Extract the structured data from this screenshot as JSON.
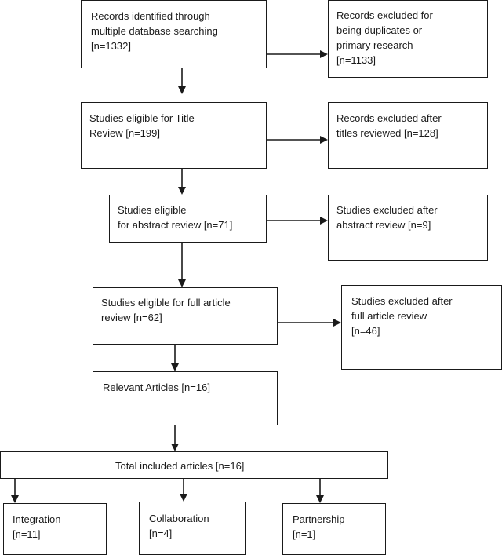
{
  "flowchart": {
    "identified": {
      "lines": [
        "Records identified through",
        "multiple database searching",
        "[n=1332]"
      ]
    },
    "excluded_duplicates": {
      "lines": [
        "Records excluded for",
        "being duplicates or",
        "primary research",
        "[n=1133]"
      ]
    },
    "title_review": {
      "lines": [
        "Studies eligible for Title",
        "Review [n=199]"
      ]
    },
    "excluded_titles": {
      "lines": [
        "Records excluded after",
        "titles reviewed [n=128]"
      ]
    },
    "abstract_review": {
      "lines": [
        "Studies eligible",
        "for abstract review [n=71]"
      ]
    },
    "excluded_abstract": {
      "lines": [
        "Studies excluded after",
        "abstract review [n=9]"
      ]
    },
    "full_review": {
      "lines": [
        "Studies eligible for full article",
        "review [n=62]"
      ]
    },
    "excluded_full": {
      "lines": [
        "Studies excluded after",
        "full article review",
        "[n=46]"
      ]
    },
    "relevant": {
      "lines": [
        "Relevant Articles [n=16]"
      ]
    },
    "total": {
      "lines": [
        "Total included articles [n=16]"
      ]
    },
    "integration": {
      "lines": [
        "Integration",
        "[n=11]"
      ]
    },
    "collaboration": {
      "lines": [
        "Collaboration",
        "[n=4]"
      ]
    },
    "partnership": {
      "lines": [
        "Partnership",
        "[n=1]"
      ]
    }
  }
}
